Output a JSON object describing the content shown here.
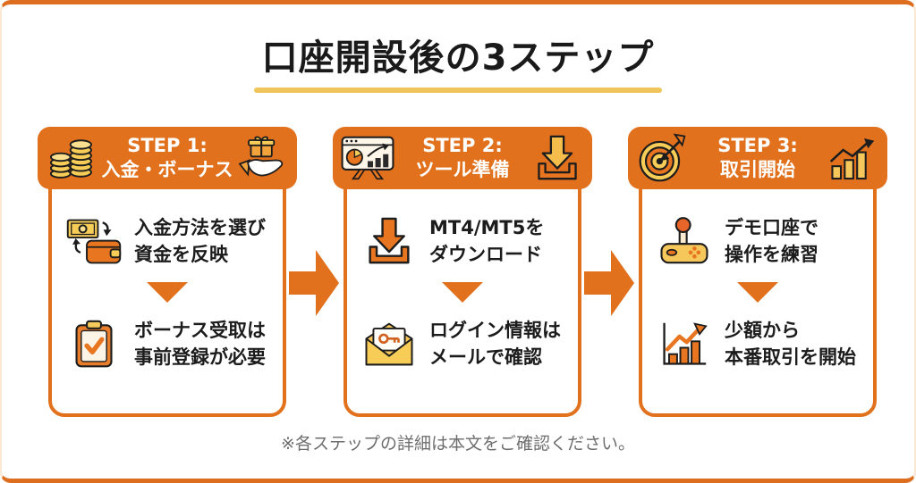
{
  "page": {
    "title": "口座開設後の3ステップ",
    "footnote": "※各ステップの詳細は本文をご確認ください。"
  },
  "colors": {
    "primary_orange": "#E2711E",
    "underline_yellow": "#F0C65C",
    "icon_gold": "#F7CD58",
    "text_black": "#1C1C1C",
    "footnote_gray": "#6E6E6E",
    "header_text_white": "#FFFFFF",
    "card_background": "#FFFFFF"
  },
  "flow": {
    "between_card_arrow_icon": "right-arrow-icon",
    "item_separator_icon": "down-triangle-icon"
  },
  "steps": [
    {
      "label": "STEP 1:",
      "subtitle": "入金・ボーナス",
      "header_icon_left": "coins-stack-icon",
      "header_icon_right": "gift-hand-icon",
      "items": [
        {
          "icon": "money-to-wallet-icon",
          "line1": "入金方法を選び",
          "line2": "資金を反映"
        },
        {
          "icon": "clipboard-check-icon",
          "line1": "ボーナス受取は",
          "line2": "事前登録が必要"
        }
      ]
    },
    {
      "label": "STEP 2:",
      "subtitle": "ツール準備",
      "header_icon_left": "monitor-chart-icon",
      "header_icon_right": "download-icon",
      "items": [
        {
          "icon": "download-icon",
          "line1": "MT4/MT5を",
          "line2": "ダウンロード"
        },
        {
          "icon": "envelope-key-icon",
          "line1": "ログイン情報は",
          "line2": "メールで確認"
        }
      ]
    },
    {
      "label": "STEP 3:",
      "subtitle": "取引開始",
      "header_icon_left": "target-dart-icon",
      "header_icon_right": "bar-chart-up-icon",
      "items": [
        {
          "icon": "joystick-icon",
          "line1": "デモ口座で",
          "line2": "操作を練習"
        },
        {
          "icon": "growth-chart-icon",
          "line1": "少額から",
          "line2": "本番取引を開始"
        }
      ]
    }
  ]
}
